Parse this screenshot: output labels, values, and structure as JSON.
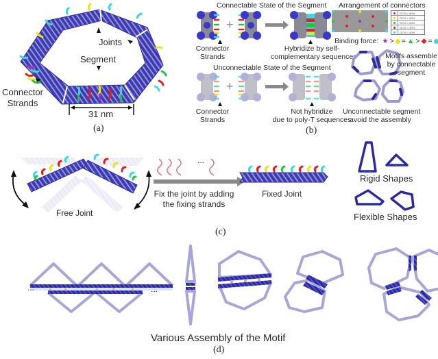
{
  "colors": {
    "dna_dark": "#2b2a9e",
    "dna_blue": "#3a38c8",
    "dna_grey": "#8a8a96",
    "dna_faded": "#b3b0d8",
    "connector_cyan": "#3fd6e0",
    "connector_red": "#e02020",
    "connector_yellow": "#f0e020",
    "connector_green": "#28c040",
    "connector_purple": "#a030c0",
    "fixing_strand": "#e07080",
    "arrow_grey": "#8a8a8a"
  },
  "panel_a": {
    "label": "(a)",
    "joints_label": "Joints",
    "segment_label": "Segment",
    "connector_label_line1": "Connector",
    "connector_label_line2": "Strands",
    "scale_label": "31 nm"
  },
  "panel_b": {
    "label": "(b)",
    "connectable_title": "Connectable State of the Segment",
    "connectable_connector_line1": "Connector",
    "connectable_connector_line2": "Strands",
    "hybridize_line1": "Hybridize by self-",
    "hybridize_line2": "complementary sequences",
    "unconnectable_title": "Unconnectable State of the Segment",
    "unconnectable_connector_line1": "Connector",
    "unconnectable_connector_line2": "Strands",
    "not_hybridize_line1": "Not hybridize",
    "not_hybridize_line2": "due to poly-T sequences",
    "arrangement_title": "Arrangement of connectors",
    "legend_rows": [
      {
        "color": "#a030c0",
        "text": "GC% = 80%"
      },
      {
        "color": "#f0e020",
        "text": "GC% = 60%"
      },
      {
        "color": "#28c040",
        "text": "GC% = 60%"
      },
      {
        "color": "#e02020",
        "text": "GC% = 40%"
      },
      {
        "color": "#3fd6e0",
        "text": "GC% = 40%"
      }
    ],
    "binding_force_label": "Binding force:",
    "binding_force_ops": [
      ">",
      "=",
      ">",
      "="
    ],
    "motifs_line1": "Motifs assemble",
    "motifs_line2": "by connectable",
    "motifs_line3": "segment",
    "unconnectable_seg_line1": "Unconnectable segment",
    "unconnectable_seg_line2": "avoid the assembly"
  },
  "panel_c": {
    "label": "(c)",
    "free_joint": "Free Joint",
    "fix_line1": "Fix the joint by adding",
    "fix_line2": "the fixing strands",
    "ellipsis": "...",
    "fixed_joint": "Fixed Joint",
    "rigid_shapes": "Rigid Shapes",
    "flexible_shapes": "Flexible Shapes"
  },
  "panel_d": {
    "label": "(d)",
    "title": "Various Assembly of the Motif",
    "ellipsis_left": "...",
    "ellipsis_right": "..."
  }
}
